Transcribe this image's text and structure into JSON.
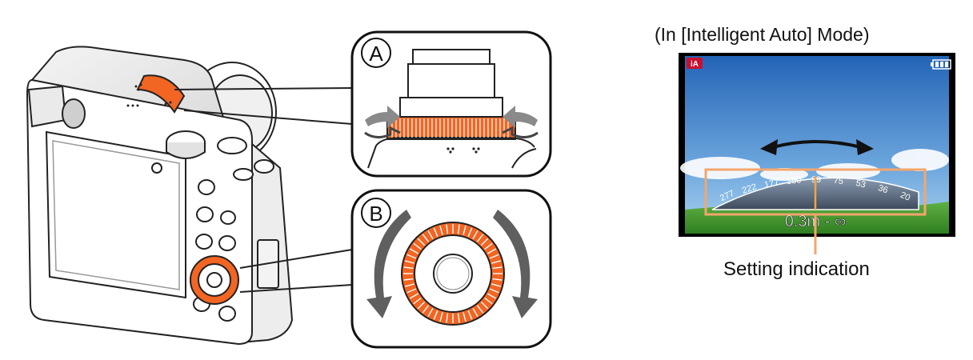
{
  "figure": {
    "screen_caption": "(In [Intelligent Auto] Mode)",
    "setting_label": "Setting indication",
    "inset_a_marker": "A",
    "inset_b_marker": "B"
  },
  "lcd": {
    "mode_badge": "iA",
    "battery_icon": "battery-full-icon",
    "scale_ticks": [
      "277",
      "222",
      "177",
      "150",
      "99",
      "75",
      "53",
      "36",
      "20"
    ],
    "focus_range": "0.3m - ∞"
  },
  "colors": {
    "ring_orange": "#f26522",
    "highlight_box": "#f4a66c",
    "sky_top": "#2a6fc0",
    "sky_bottom": "#9cc8ea",
    "grass": "#3f9a2e",
    "dial_arrows": "#5f5f5f"
  }
}
